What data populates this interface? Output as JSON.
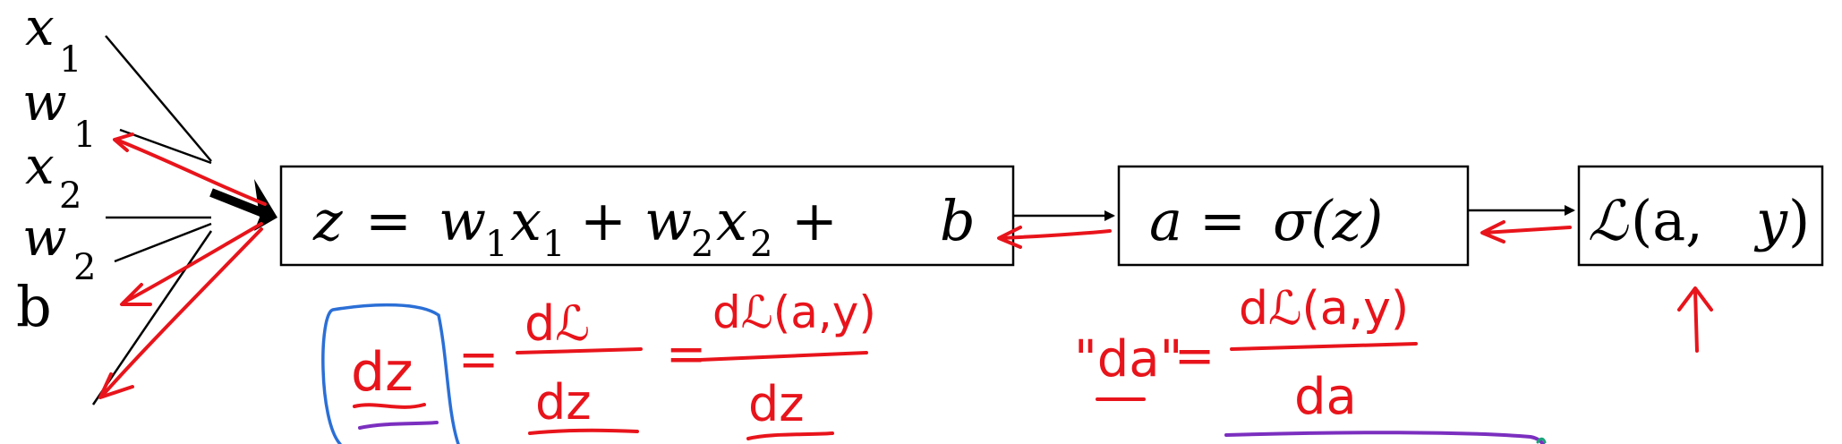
{
  "inputs": {
    "x1": "x",
    "x1_sub": "1",
    "w1": "w",
    "w1_sub": "1",
    "x2": "x",
    "x2_sub": "2",
    "w2": "w",
    "w2_sub": "2",
    "b": "b"
  },
  "nodes": {
    "z": {
      "z": "z",
      "eq": "=",
      "w1": "w",
      "w1_sub": "1",
      "x1": "x",
      "x1_sub": "1",
      "plus1": "+",
      "w2": "w",
      "w2_sub": "2",
      "x2": "x",
      "x2_sub": "2",
      "plus2": "+",
      "b": "b"
    },
    "a": {
      "a": "a",
      "eq": "=",
      "rhs": "σ(z)"
    },
    "loss": {
      "L": "ℒ",
      "args": "(a, ",
      "y": "y",
      "close": ")"
    }
  },
  "annotations": {
    "dz": {
      "lhs": "dz",
      "eq1": "=",
      "num1": "dℒ",
      "den1": "dz",
      "eq2": "=",
      "num2": "dℒ(a,y)",
      "den2": "dz"
    },
    "da": {
      "lhs": "\"da\"",
      "eq": "=",
      "num": "dℒ(a,y)",
      "den": "da"
    }
  },
  "colors": {
    "ink": "#e8141b",
    "blue_box": "#2b6fd6",
    "purple_line": "#7b2fbf",
    "black": "#000000"
  }
}
